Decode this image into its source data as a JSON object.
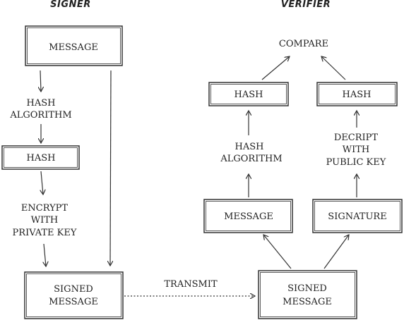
{
  "headers": {
    "signer": "SIGNER",
    "verifier": "VERIFIER"
  },
  "signer": {
    "message": "MESSAGE",
    "hash_algorithm": [
      "HASH",
      "ALGORITHM"
    ],
    "hash": "HASH",
    "encrypt": [
      "ENCRYPT",
      "WITH",
      "PRIVATE KEY"
    ],
    "signed_message": [
      "SIGNED",
      "MESSAGE"
    ]
  },
  "transmit": "TRANSMIT",
  "verifier": {
    "signed_message": [
      "SIGNED",
      "MESSAGE"
    ],
    "message": "MESSAGE",
    "signature": "SIGNATURE",
    "hash_algorithm": [
      "HASH",
      "ALGORITHM"
    ],
    "decrypt": [
      "DECRIPT",
      "WITH",
      "PUBLIC KEY"
    ],
    "hash_left": "HASH",
    "hash_right": "HASH",
    "compare": "COMPARE"
  }
}
